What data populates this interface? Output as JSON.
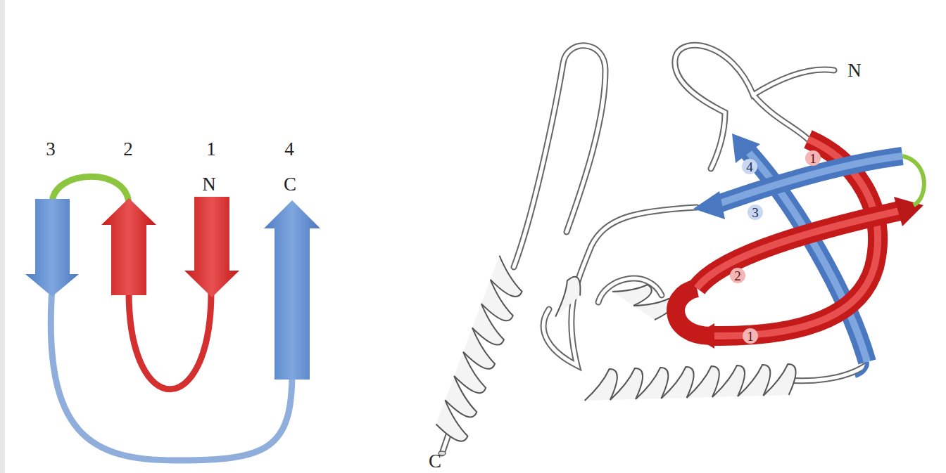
{
  "diagram": {
    "labels": [
      "3",
      "2",
      "1",
      "4",
      "N",
      "C",
      "N",
      "4",
      "1",
      "3",
      "2",
      "1",
      "C"
    ]
  }
}
